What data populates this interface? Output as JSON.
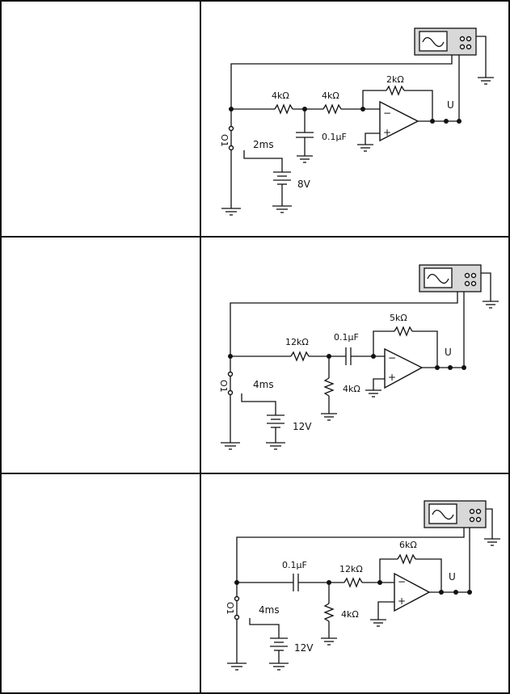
{
  "rows": [
    {
      "switch": "O1",
      "timer": "2ms",
      "battery": "8V",
      "r1": "4kΩ",
      "r2": "4kΩ",
      "capacitor": "0.1μF",
      "feedback": "2kΩ",
      "output": "U",
      "opamp_minus": "−",
      "opamp_plus": "+"
    },
    {
      "switch": "O1",
      "timer": "4ms",
      "battery": "12V",
      "r1": "12kΩ",
      "capacitor": "0.1μF",
      "r_shunt": "4kΩ",
      "feedback": "5kΩ",
      "output": "U",
      "opamp_minus": "−",
      "opamp_plus": "+"
    },
    {
      "switch": "O1",
      "timer": "4ms",
      "battery": "12V",
      "capacitor": "0.1μF",
      "r1": "12kΩ",
      "r_shunt": "4kΩ",
      "feedback": "6kΩ",
      "output": "U",
      "opamp_minus": "−",
      "opamp_plus": "+"
    }
  ]
}
